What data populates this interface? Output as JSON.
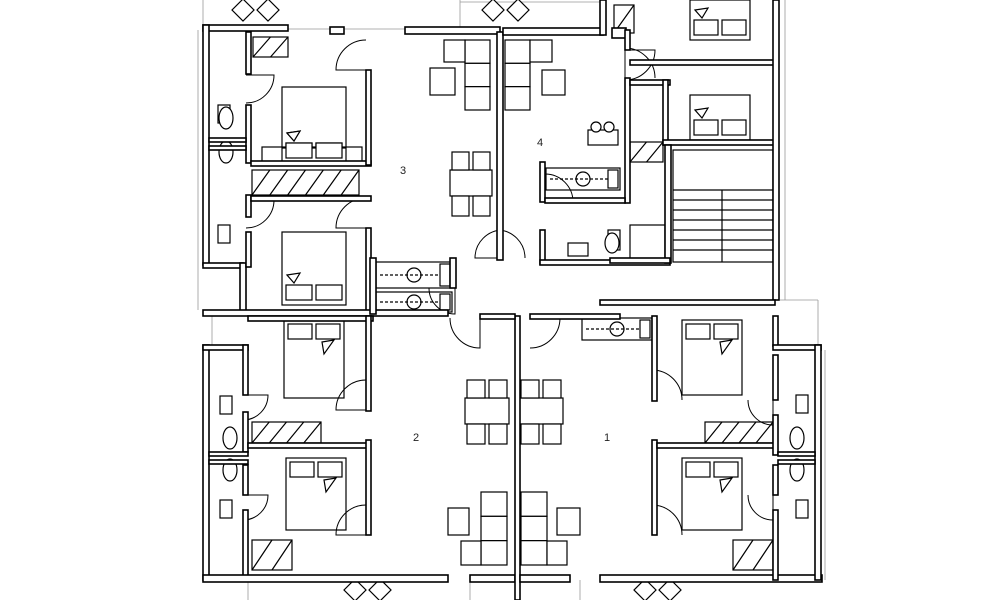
{
  "plan": {
    "units": [
      {
        "label": "1"
      },
      {
        "label": "2"
      },
      {
        "label": "3"
      },
      {
        "label": "4"
      }
    ],
    "colors": {
      "line": "#000000",
      "background": "#ffffff"
    }
  }
}
